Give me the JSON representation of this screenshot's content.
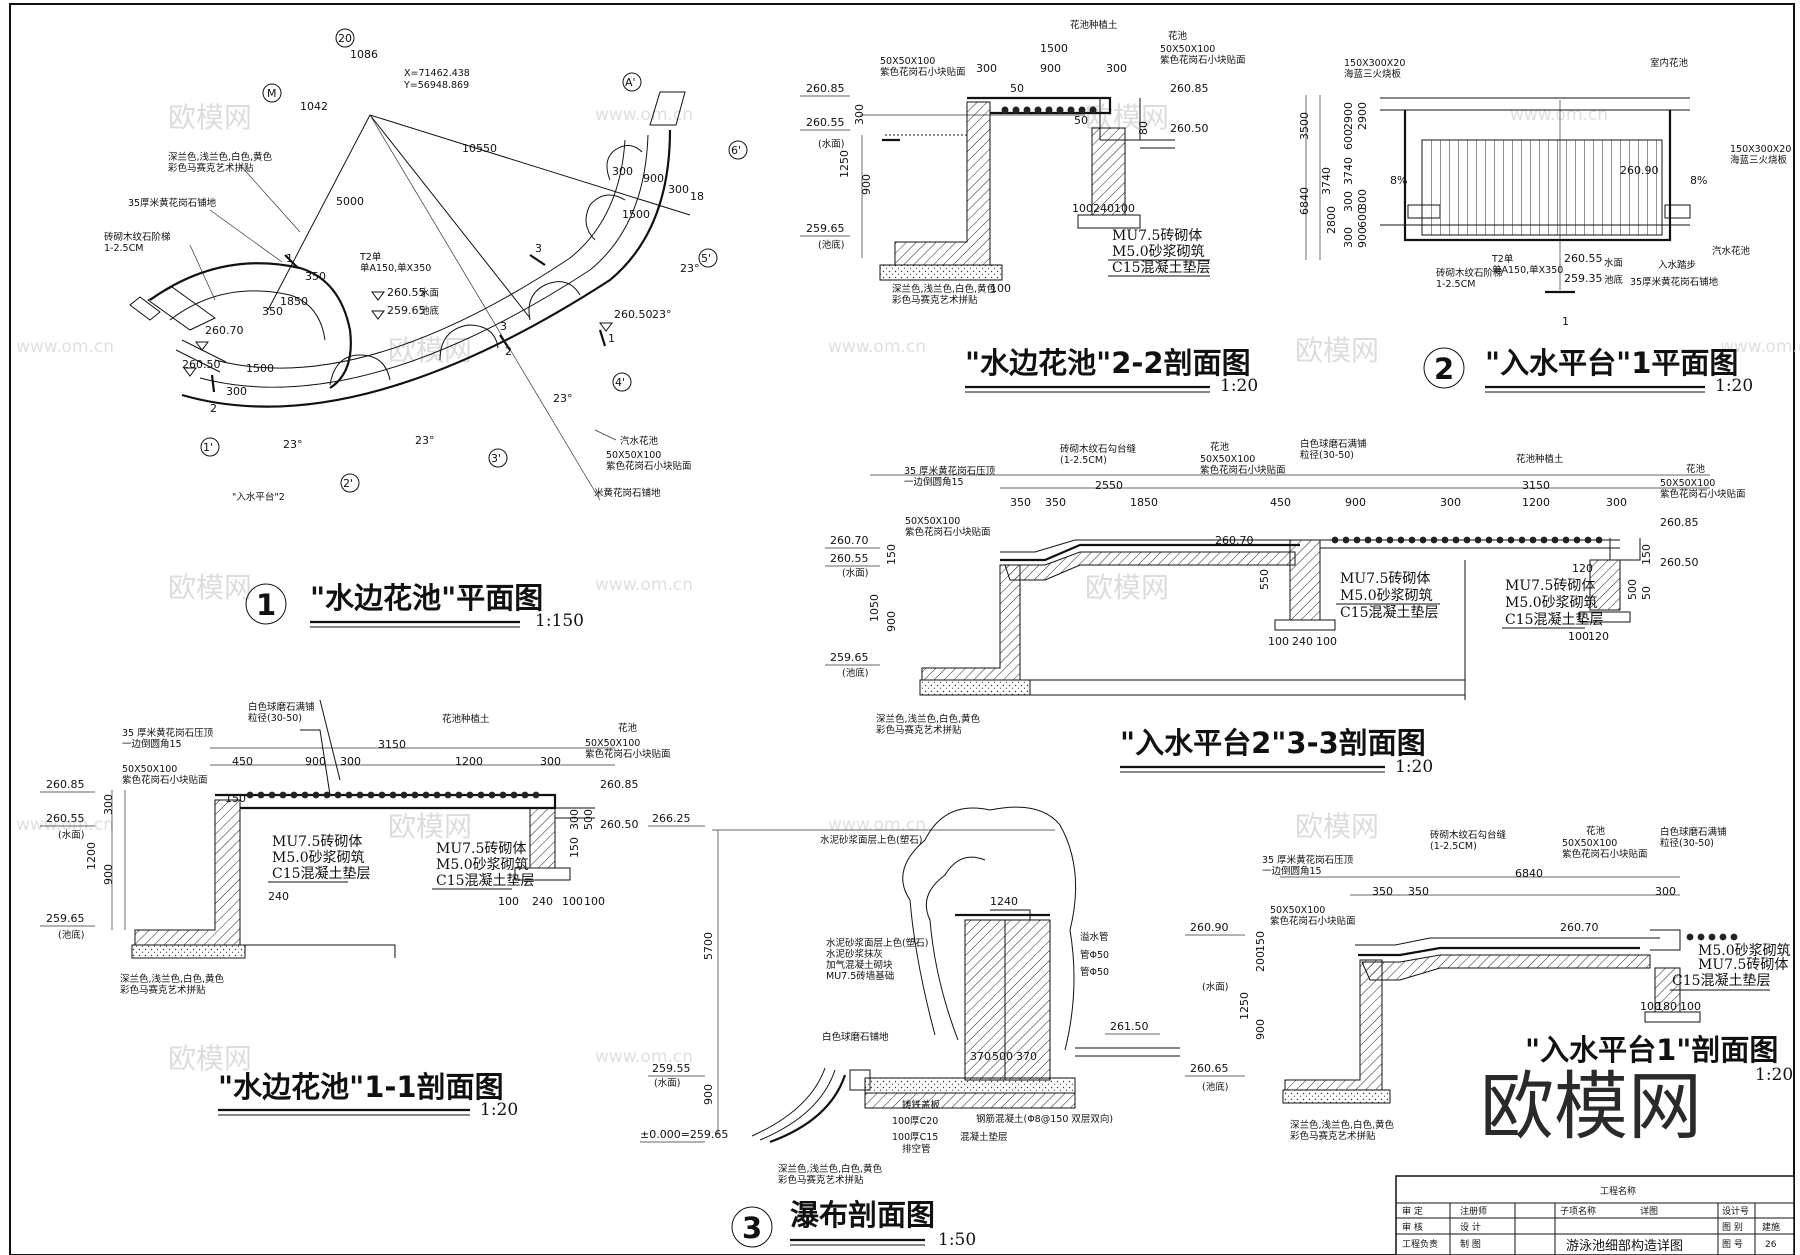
{
  "sheet": {
    "brand_watermark": "欧模网",
    "watermark_cn": "欧模网",
    "watermark_url": "www.om.cn"
  },
  "drawings": {
    "plan_pool": {
      "number": "1",
      "title": "\"水边花池\"平面图",
      "scale": "1:150",
      "coords": [
        "X=71462.438",
        "Y=56948.869"
      ],
      "dims": [
        "1086",
        "1042",
        "10550",
        "5000",
        "300",
        "900",
        "1500",
        "300",
        "1850",
        "1500",
        "350",
        "300",
        "350",
        "18",
        "23°",
        "23°",
        "23°",
        "23°",
        "23°"
      ],
      "grid_labels": [
        "M",
        "20",
        "A'",
        "6'",
        "5'",
        "4'",
        "3'",
        "2'",
        "1'"
      ],
      "section_marks": [
        "1",
        "2",
        "3",
        "3",
        "2",
        "1"
      ],
      "levels": [
        "260.70",
        "260.50",
        "260.55",
        "259.65",
        "260.50"
      ],
      "level_notes": [
        "水面",
        "池底"
      ],
      "spec": "T2单\n单A150,单X350",
      "notes": [
        "深兰色,浅兰色,白色,黄色\n彩色马赛克艺术拼贴",
        "35厚米黄花岗石铺地",
        "砖砌木纹石阶梯\n1-2.5CM",
        "汽水花池",
        "50X50X100\n紫色花岗石小块贴面",
        "米黄花岗石铺地"
      ],
      "ref_label": "\"入水平台\"2"
    },
    "sec_2_2": {
      "title": "\"水边花池\"2-2剖面图",
      "scale": "1:20",
      "dims": [
        "1500",
        "300",
        "900",
        "300",
        "300",
        "1250",
        "900",
        "100",
        "240",
        "100",
        "80",
        "100",
        "50",
        "50"
      ],
      "levels": [
        "260.85",
        "260.55",
        "259.65",
        "260.85",
        "260.50"
      ],
      "level_notes": [
        "(水面)",
        "(池底)"
      ],
      "notes": [
        "花池种植土",
        "50X50X100\n紫色花岗石小块贴面",
        "花池",
        "50X50X100\n紫色花岗石小块贴面",
        "深兰色,浅兰色,白色,黄色\n彩色马赛克艺术拼贴"
      ],
      "materials": [
        "MU7.5砖砌体",
        "M5.0砂浆砌筑",
        "C15混凝土垫层"
      ]
    },
    "plan_platform1": {
      "number": "2",
      "title": "\"入水平台\"1平面图",
      "scale": "1:20",
      "dims": [
        "3500",
        "2900",
        "600",
        "3740",
        "6840",
        "2800",
        "300",
        "3740",
        "300",
        "900",
        "600",
        "300",
        "2900"
      ],
      "levels": [
        "260.90",
        "260.55",
        "259.35"
      ],
      "level_notes": [
        "水面",
        "池底"
      ],
      "slopes": [
        "8%",
        "8%"
      ],
      "spec": "T2单\n单A150,单X350",
      "notes": [
        "150X300X20\n海蓝三火烧板",
        "室内花池",
        "150X300X20\n海蓝三火烧板",
        "汽水花池",
        "砖砌木纹石阶梯\n1-2.5CM",
        "入水踏步",
        "35厚米黄花岗石铺地"
      ],
      "section_mark": "1"
    },
    "sec_3_3": {
      "title": "\"入水平台2\"3-3剖面图",
      "scale": "1:20",
      "dims": [
        "2550",
        "350",
        "350",
        "1850",
        "450",
        "900",
        "300",
        "3150",
        "1200",
        "300",
        "150",
        "1050",
        "900",
        "150",
        "550",
        "100",
        "240",
        "100",
        "120",
        "50",
        "500",
        "120",
        "100"
      ],
      "levels": [
        "260.70",
        "260.55",
        "259.65",
        "260.70",
        "260.85",
        "260.50"
      ],
      "level_notes": [
        "(水面)",
        "(池底)"
      ],
      "notes": [
        "砖砌木纹石勾台缝\n(1-2.5CM)",
        "花池",
        "50X50X100\n紫色花岗石小块贴面",
        "白色球磨石满铺\n粒径(30-50)",
        "花池种植土",
        "35 厚米黄花岗石压顶\n一边倒圆角15",
        "50X50X100\n紫色花岗石小块贴面",
        "花池",
        "50X50X100\n紫色花岗石小块贴面",
        "深兰色,浅兰色,白色,黄色\n彩色马赛克艺术拼贴"
      ],
      "materials": [
        "MU7.5砖砌体",
        "M5.0砂浆砌筑",
        "C15混凝土垫层",
        "MU7.5砖砌体",
        "M5.0砂浆砌筑",
        "C15混凝土垫层"
      ]
    },
    "sec_1_1": {
      "title": "\"水边花池\"1-1剖面图",
      "scale": "1:20",
      "dims": [
        "450",
        "900",
        "300",
        "3150",
        "1200",
        "300",
        "300",
        "1200",
        "900",
        "150",
        "240",
        "100",
        "100",
        "240",
        "100",
        "300",
        "500",
        "150"
      ],
      "levels": [
        "260.85",
        "260.55",
        "259.65",
        "260.85",
        "260.50"
      ],
      "level_notes": [
        "(水面)",
        "(池底)"
      ],
      "notes": [
        "白色球磨石满铺\n粒径(30-50)",
        "花池种植土",
        "35 厚米黄花岗石压顶\n一边倒圆角15",
        "50X50X100\n紫色花岗石小块贴面",
        "花池",
        "50X50X100\n紫色花岗石小块贴面",
        "深兰色,浅兰色,白色,黄色\n彩色马赛克艺术拼贴"
      ],
      "materials": [
        "MU7.5砖砌体",
        "M5.0砂浆砌筑",
        "C15混凝土垫层",
        "MU7.5砖砌体",
        "M5.0砂浆砌筑",
        "C15混凝土垫层"
      ]
    },
    "sec_waterfall": {
      "number": "3",
      "title": "瀑布剖面图",
      "scale": "1:50",
      "dims": [
        "5700",
        "1240",
        "900",
        "370",
        "500",
        "370"
      ],
      "levels": [
        "266.25",
        "259.55",
        "±0.000=259.65",
        "261.50"
      ],
      "level_notes": [
        "(水面)"
      ],
      "notes": [
        "水泥砂浆面层上色(塑石)",
        "水泥砂浆面层上色(塑石)\n水泥砂浆抹灰\n加气混凝土砌块\nMU7.5砖墙基础",
        "白色球磨石铺地",
        "溢水管",
        "管Φ50",
        "管Φ50",
        "铸铁盖板",
        "100厚C20",
        "100厚C15",
        "钢筋混凝土(Φ8@150 双层双向)",
        "混凝土垫层",
        "排空管",
        "深兰色,浅兰色,白色,黄色\n彩色马赛克艺术拼贴"
      ]
    },
    "sec_platform1": {
      "title": "\"入水平台1\"剖面图",
      "scale": "1:20",
      "dims": [
        "6840",
        "350",
        "350",
        "300",
        "150",
        "200",
        "1250",
        "900",
        "100",
        "180",
        "100"
      ],
      "levels": [
        "260.90",
        "260.70",
        "260.65"
      ],
      "level_notes": [
        "(水面)",
        "(池底)"
      ],
      "notes": [
        "砖砌木纹石勾台缝\n(1-2.5CM)",
        "花池",
        "50X50X100\n紫色花岗石小块贴面",
        "白色球磨石满铺\n粒径(30-50)",
        "35 厚米黄花岗石压顶\n一边倒圆角15",
        "50X50X100\n紫色花岗石小块贴面",
        "深兰色,浅兰色,白色,黄色\n彩色马赛克艺术拼贴"
      ],
      "materials": [
        "M5.0砂浆砌筑",
        "MU7.5砖砌体",
        "C15混凝土垫层"
      ]
    }
  },
  "title_block": {
    "project_label": "工程名称",
    "rows": [
      [
        "审  定",
        "注册师",
        "子项名称",
        "详图",
        "设计号",
        ""
      ],
      [
        "审  核",
        "设  计",
        "",
        "",
        "图  别",
        "建施"
      ],
      [
        "工程负责",
        "制  图",
        "",
        "",
        "图  号",
        "26"
      ]
    ],
    "drawing_name": "游泳池细部构造详图"
  }
}
